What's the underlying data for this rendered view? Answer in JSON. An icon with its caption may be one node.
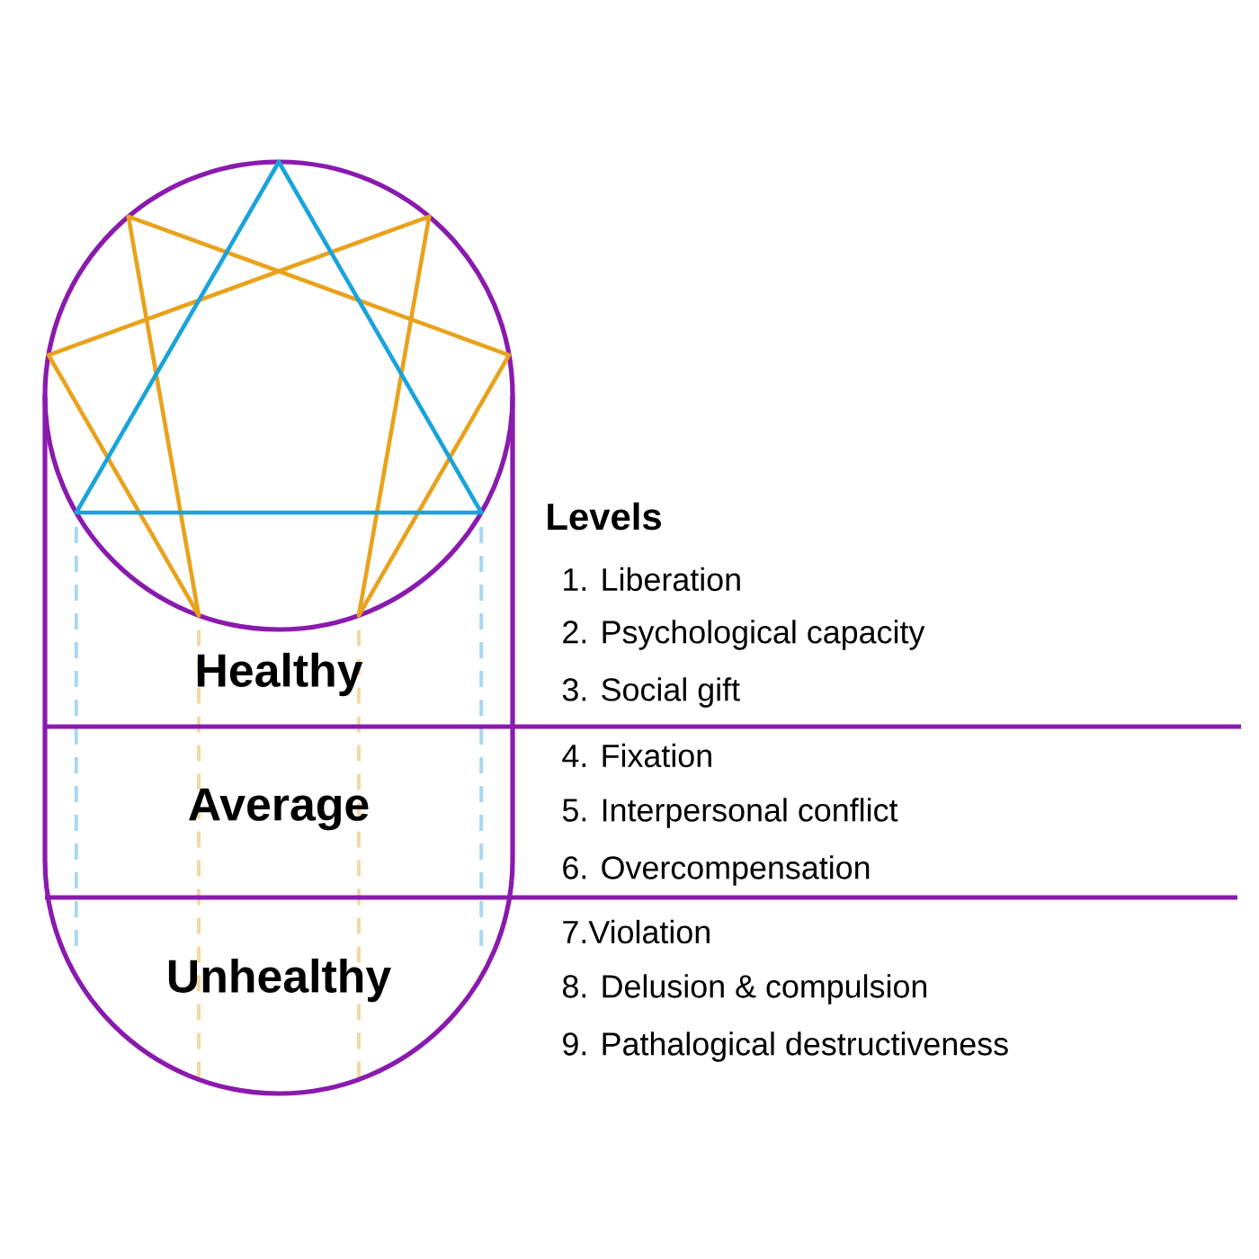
{
  "diagram": {
    "nodes": [
      {
        "text": [
          "Healthy"
        ]
      },
      {
        "text": [
          "Average"
        ]
      },
      {
        "text": [
          "Unhealthy"
        ]
      }
    ],
    "labels": [
      "Levels",
      "1. Liberation",
      "2. Psychological capacity",
      "3. Social gift",
      "4. Fixation",
      "5. Interpersonal conflict",
      "6. Overcompensation",
      "7.Violation",
      "8. Delusion & compulsion",
      "9. Pathalogical destructiveness"
    ]
  }
}
